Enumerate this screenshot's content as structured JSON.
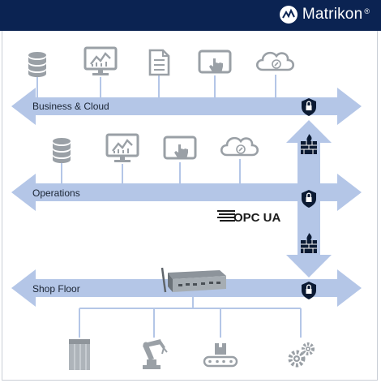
{
  "brand": {
    "name": "Matrikon",
    "registered": "®"
  },
  "layers": {
    "business_cloud": "Business & Cloud",
    "operations": "Operations",
    "shop_floor": "Shop Floor"
  },
  "opc": {
    "logo_text": "OPC UA"
  },
  "colors": {
    "header": "#0b2352",
    "arrow": "#b4c6e7",
    "icon": "#9aa0a6",
    "shield": "#0b1a33"
  }
}
